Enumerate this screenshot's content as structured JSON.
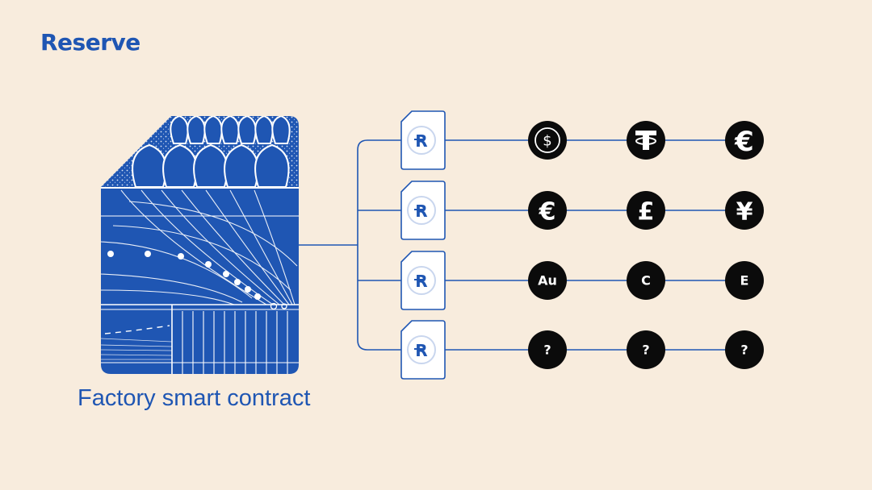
{
  "brand": {
    "name": "Reserve",
    "color": "#1f56b3"
  },
  "caption": "Factory smart contract",
  "colors": {
    "background": "#f8ecdd",
    "blue": "#1f56b3",
    "token": "#0b0b0b"
  },
  "factory": {
    "icon": "factory-chip-illustration"
  },
  "baskets": [
    {
      "icon": "reserve-r-icon",
      "tokens": [
        {
          "icon": "usdc-icon",
          "label": ""
        },
        {
          "icon": "tether-icon",
          "label": ""
        },
        {
          "icon": "euro-coin-icon",
          "label": ""
        }
      ]
    },
    {
      "icon": "reserve-r-icon",
      "tokens": [
        {
          "icon": "euro-icon",
          "label": ""
        },
        {
          "icon": "pound-icon",
          "label": ""
        },
        {
          "icon": "yen-icon",
          "label": ""
        }
      ]
    },
    {
      "icon": "reserve-r-icon",
      "tokens": [
        {
          "icon": "text-token",
          "label": "Au"
        },
        {
          "icon": "text-token",
          "label": "C"
        },
        {
          "icon": "text-token",
          "label": "E"
        }
      ]
    },
    {
      "icon": "reserve-r-icon",
      "tokens": [
        {
          "icon": "text-token",
          "label": "?"
        },
        {
          "icon": "text-token",
          "label": "?"
        },
        {
          "icon": "text-token",
          "label": "?"
        }
      ]
    }
  ]
}
